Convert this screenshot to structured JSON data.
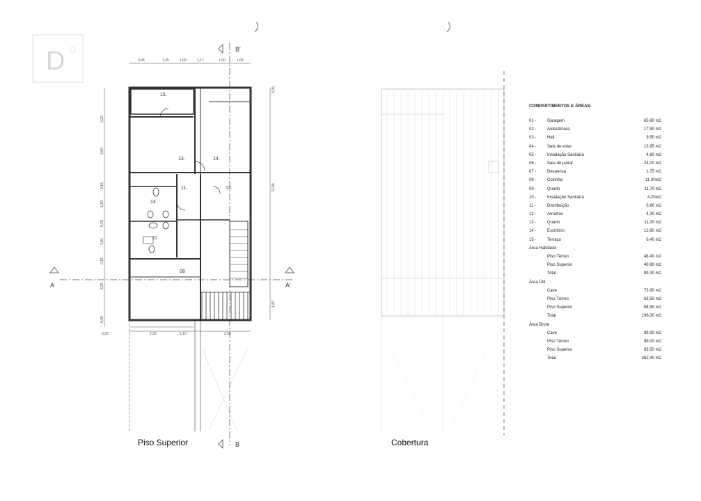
{
  "views": {
    "upper_floor_title": "Piso Superior",
    "roof_title": "Cobertura"
  },
  "section_markers": {
    "a_left": "A",
    "a_right": "A'",
    "b_top": "B'",
    "b_bottom": "B"
  },
  "logo_text": "D",
  "top_dimensions": [
    "3,45",
    "1,25",
    "1,00",
    "1,17",
    "1,00",
    "1,05"
  ],
  "bottom_dimensions": [
    "3,23",
    "2,35",
    "1,10",
    "2,56"
  ],
  "left_dimensions": [
    "0,20",
    "3,60",
    "0,15",
    "1,80",
    "0,15",
    "1,84",
    "0,15",
    "3,25",
    "0,30"
  ],
  "right_dimensions": [
    "3,05",
    "12,00",
    "1,80"
  ],
  "room_labels": [
    "15.",
    "13.",
    "14.",
    "11.",
    "12.",
    "14",
    "10",
    "08"
  ],
  "rooms": {
    "heading": "COMPARTIMENTOS E ÁREAS:",
    "items": [
      {
        "num": "01 -",
        "name": "Garagem",
        "area": "65,80 m2"
      },
      {
        "num": "02 -",
        "name": "Antecâmara",
        "area": "17,90 m2"
      },
      {
        "num": "03 -",
        "name": "Hall",
        "area": "9,50 m2"
      },
      {
        "num": "04 -",
        "name": "Sala de estar",
        "area": "13,95 m2"
      },
      {
        "num": "05 -",
        "name": "Instalação Sanitária",
        "area": "4,80 m2"
      },
      {
        "num": "06 -",
        "name": "Sala de jantar",
        "area": "24,00 m2"
      },
      {
        "num": "07 -",
        "name": "Despensa",
        "area": "1,75 m2"
      },
      {
        "num": "08 -",
        "name": "Cozinha",
        "area": "11,00m2"
      },
      {
        "num": "09 -",
        "name": "Quarto",
        "area": "11,70 m2"
      },
      {
        "num": "10 -",
        "name": "Instalação Sanitária",
        "area": "4,20m2"
      },
      {
        "num": "11 -",
        "name": "Distribuição",
        "area": "6,80 m2"
      },
      {
        "num": "12 -",
        "name": "Arrumos",
        "area": "4,30 m2"
      },
      {
        "num": "13 -",
        "name": "Quarto",
        "area": "11,20 m2"
      },
      {
        "num": "14 -",
        "name": "Escritório",
        "area": "12,90 m2"
      },
      {
        "num": "15 -",
        "name": "Terraço",
        "area": "6,40 m2"
      }
    ],
    "groups": [
      {
        "title": "Área Habitável",
        "rows": [
          {
            "name": "Piso Térreo",
            "area": "48,40 m2"
          },
          {
            "name": "Piso Superior",
            "area": "40,90 m2"
          },
          {
            "name": "Total",
            "area": "89,30 m2"
          }
        ]
      },
      {
        "title": "Área Útil",
        "rows": [
          {
            "name": "Cave",
            "area": "73,90 m2"
          },
          {
            "name": "Piso Térreo",
            "area": "63,50 m2"
          },
          {
            "name": "Piso Superior",
            "area": "58,90 m2"
          },
          {
            "name": "Total",
            "area": "196,30 m2"
          }
        ]
      },
      {
        "title": "Área Bruta",
        "rows": [
          {
            "name": "Cave",
            "area": "89,90 m2"
          },
          {
            "name": "Piso Térreo",
            "area": "89,00 m2"
          },
          {
            "name": "Piso Superior",
            "area": "83,50 m2"
          },
          {
            "name": "Total",
            "area": "262,40 m2"
          }
        ]
      }
    ]
  }
}
